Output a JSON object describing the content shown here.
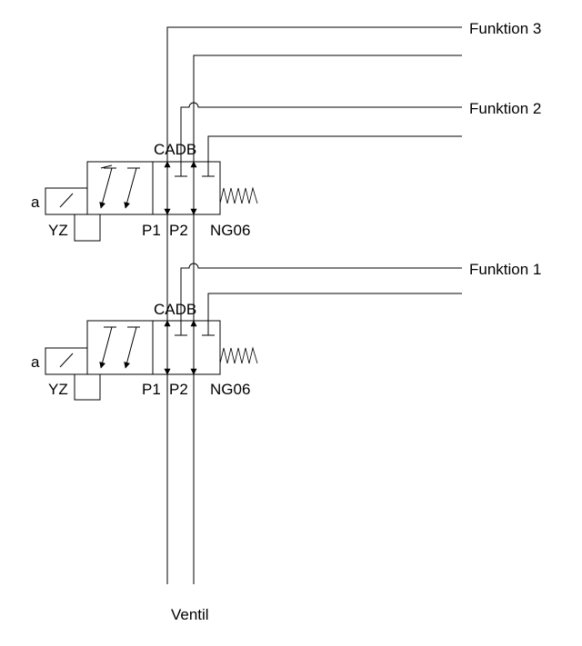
{
  "functions": {
    "f3": "Funktion 3",
    "f2": "Funktion 2",
    "f1": "Funktion 1"
  },
  "ventil_label": "Ventil",
  "valves": [
    {
      "ports_top": "CADB",
      "solenoid": "a",
      "solenoid_code": "YZ",
      "port_p1": "P1",
      "port_p2": "P2",
      "size": "NG06"
    },
    {
      "ports_top": "CADB",
      "solenoid": "a",
      "solenoid_code": "YZ",
      "port_p1": "P1",
      "port_p2": "P2",
      "size": "NG06"
    }
  ]
}
